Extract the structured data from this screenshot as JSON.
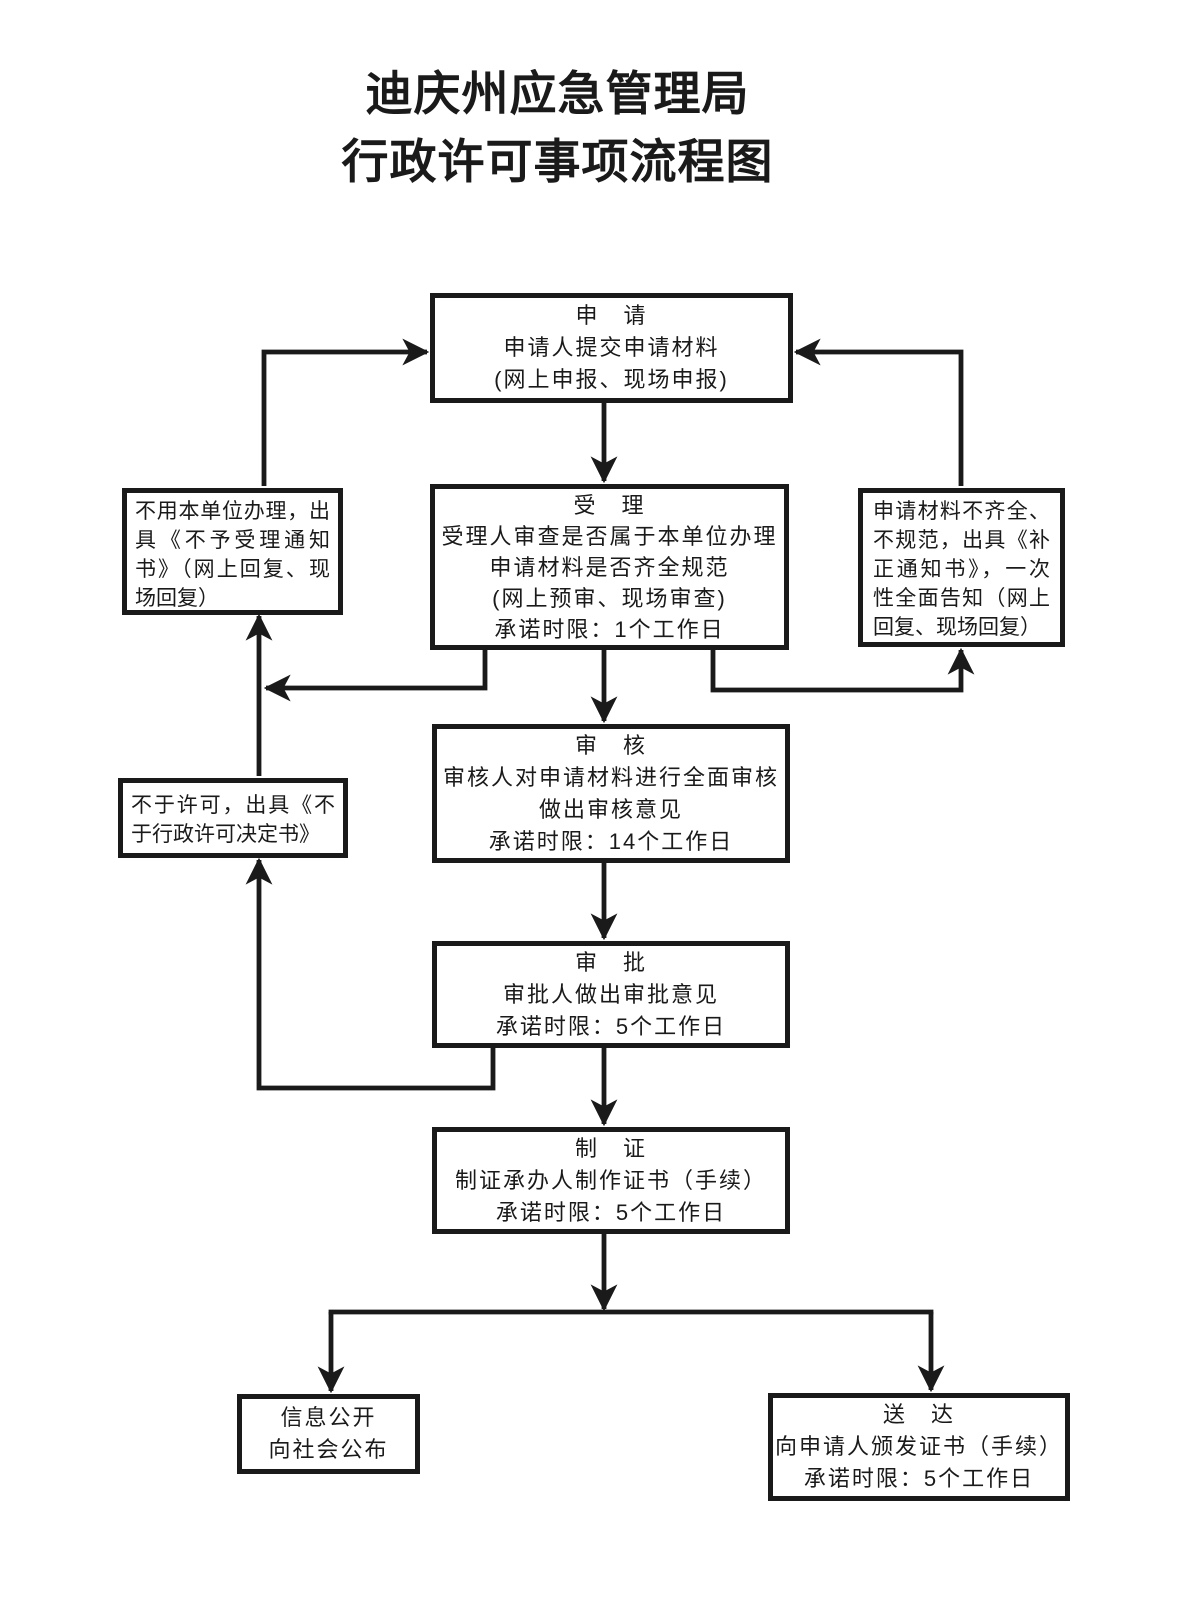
{
  "page_title": "迪庆州应急管理局行政许可事项流程图",
  "title": {
    "line1": "迪庆州应急管理局",
    "line2": "行政许可事项流程图"
  },
  "boxes": {
    "apply": {
      "heading": "申　请",
      "lines": [
        "申请人提交申请材料",
        "(网上申报、现场申报)"
      ]
    },
    "accept": {
      "heading": "受　理",
      "lines": [
        "受理人审查是否属于本单位办理",
        "申请材料是否齐全规范",
        "(网上预审、现场审查)",
        "承诺时限：1个工作日"
      ]
    },
    "not_accept": {
      "text": "不用本单位办理，出具《不予受理通知书》（网上回复、现场回复）"
    },
    "supplement": {
      "text": "申请材料不齐全、不规范，出具《补正通知书》，一次性全面告知（网上回复、现场回复）"
    },
    "review": {
      "heading": "审　核",
      "lines": [
        "审核人对申请材料进行全面审核",
        "做出审核意见",
        "承诺时限：14个工作日"
      ]
    },
    "deny": {
      "text": "不于许可，出具《不于行政许可决定书》"
    },
    "approve": {
      "heading": "审　批",
      "lines": [
        "审批人做出审批意见",
        "承诺时限：5个工作日"
      ]
    },
    "certificate": {
      "heading": "制　证",
      "lines": [
        "制证承办人制作证书（手续）",
        "承诺时限：5个工作日"
      ]
    },
    "disclosure": {
      "lines": [
        "信息公开",
        "向社会公布"
      ]
    },
    "delivery": {
      "heading": "送　达",
      "lines": [
        "向申请人颁发证书（手续）",
        "承诺时限：5个工作日"
      ]
    }
  },
  "colors": {
    "ink": "#1a1a1a",
    "background": "#ffffff"
  }
}
